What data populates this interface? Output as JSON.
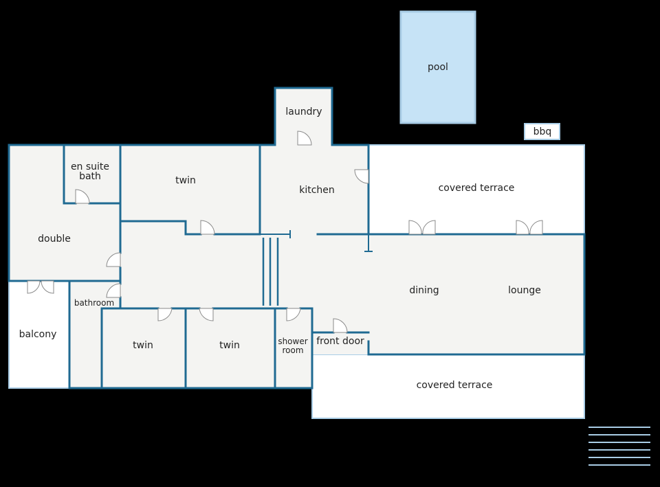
{
  "colors": {
    "background": "#000000",
    "wall": "#1f6a92",
    "wall_light": "#a9cde6",
    "floor": "#f4f4f2",
    "outdoor": "#ffffff",
    "pool": "#c6e3f6",
    "door": "#8a8a8a",
    "text": "#222222"
  },
  "rooms": {
    "pool": "pool",
    "bbq": "bbq",
    "laundry": "laundry",
    "en_suite_line1": "en suite",
    "en_suite_line2": "bath",
    "twin_top": "twin",
    "kitchen": "kitchen",
    "covered_terrace_top": "covered terrace",
    "double": "double",
    "dining": "dining",
    "lounge": "lounge",
    "bathroom": "bathroom",
    "balcony": "balcony",
    "twin_bottom_left": "twin",
    "twin_bottom_mid": "twin",
    "shower_line1": "shower",
    "shower_line2": "room",
    "front_door": "front door",
    "covered_terrace_bottom": "covered terrace"
  }
}
